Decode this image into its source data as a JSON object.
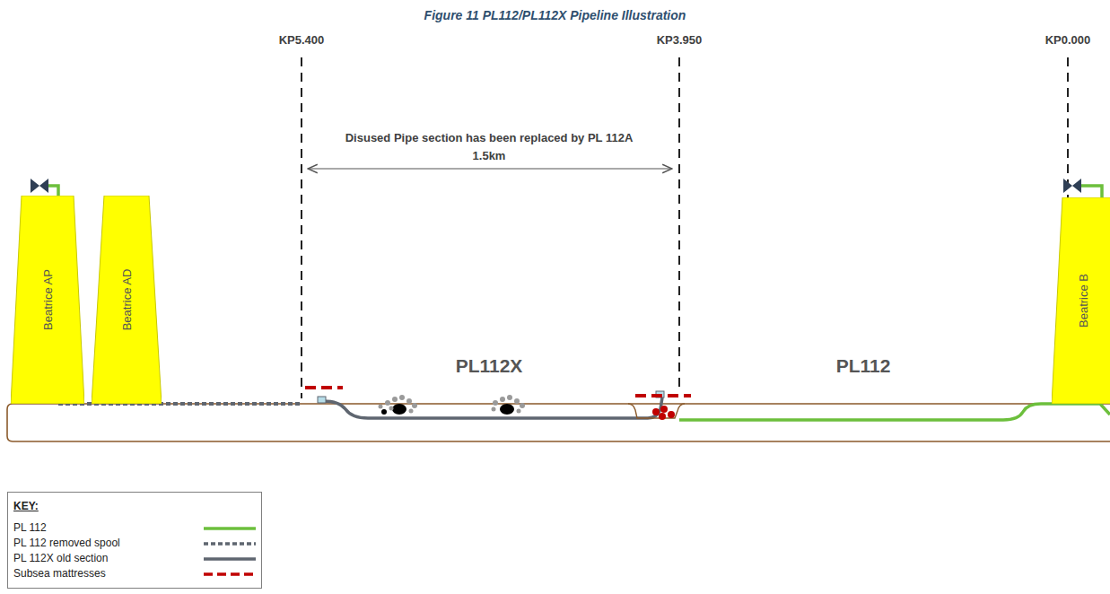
{
  "diagram": {
    "title": "Figure 11  PL112/PL112X Pipeline Illustration",
    "nodes": [
      {
        "text": [
          "Beatrice AP"
        ]
      },
      {
        "text": [
          "Beatrice AD"
        ]
      },
      {
        "text": [
          "Beatrice B"
        ]
      }
    ],
    "labels": [
      "KP5.400",
      "KP3.950",
      "KP0.000",
      "Disused Pipe section has been replaced by PL 112A",
      "1.5km",
      "PL112X",
      "PL112",
      "KEY:"
    ],
    "legend": [
      {
        "text": "PL 112"
      },
      {
        "text": "PL 112 removed spool"
      },
      {
        "text": "PL 112X old section"
      },
      {
        "text": "Subsea mattresses"
      }
    ]
  }
}
